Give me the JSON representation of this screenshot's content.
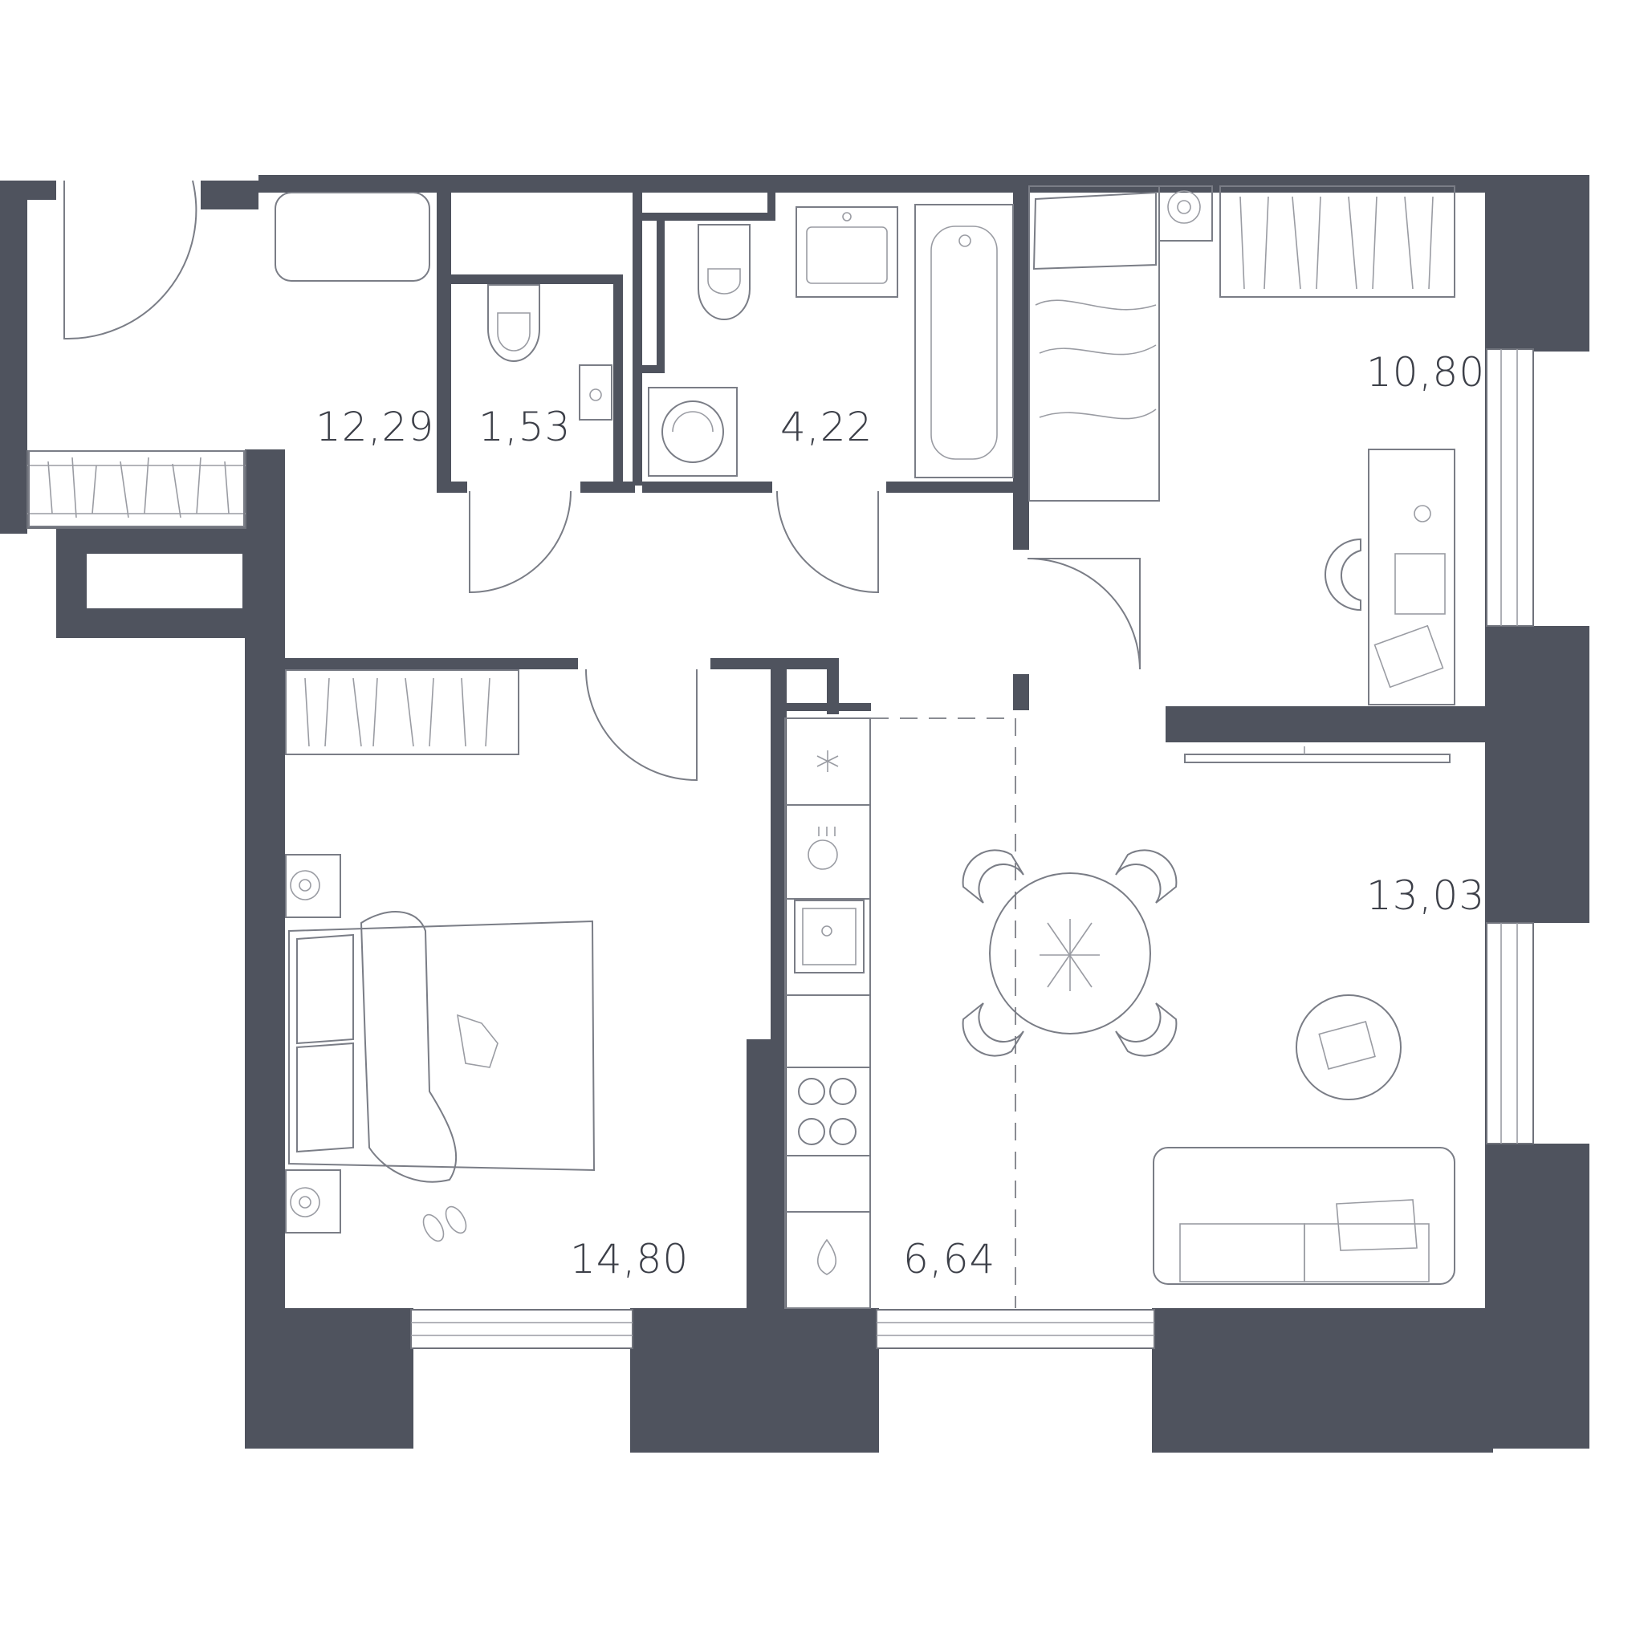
{
  "rooms": [
    {
      "id": "hall",
      "area": "12,29"
    },
    {
      "id": "wc",
      "area": "1,53"
    },
    {
      "id": "bathroom",
      "area": "4,22"
    },
    {
      "id": "kids-room",
      "area": "10,80"
    },
    {
      "id": "living-room",
      "area": "13,03"
    },
    {
      "id": "bedroom",
      "area": "14,80"
    },
    {
      "id": "kitchen",
      "area": "6,64"
    }
  ],
  "colors": {
    "wall": "#4f535e",
    "line": "#7a7d86",
    "text": "#3c3f48"
  },
  "icons": [
    "fridge-icon",
    "dishwasher-icon",
    "sink-icon",
    "cooktop-icon",
    "stove-fire-icon",
    "toilet-icon",
    "bathtub-icon",
    "washing-machine-icon",
    "bed-icon",
    "sofa-icon",
    "dining-table-icon",
    "desk-icon",
    "tv-icon"
  ]
}
